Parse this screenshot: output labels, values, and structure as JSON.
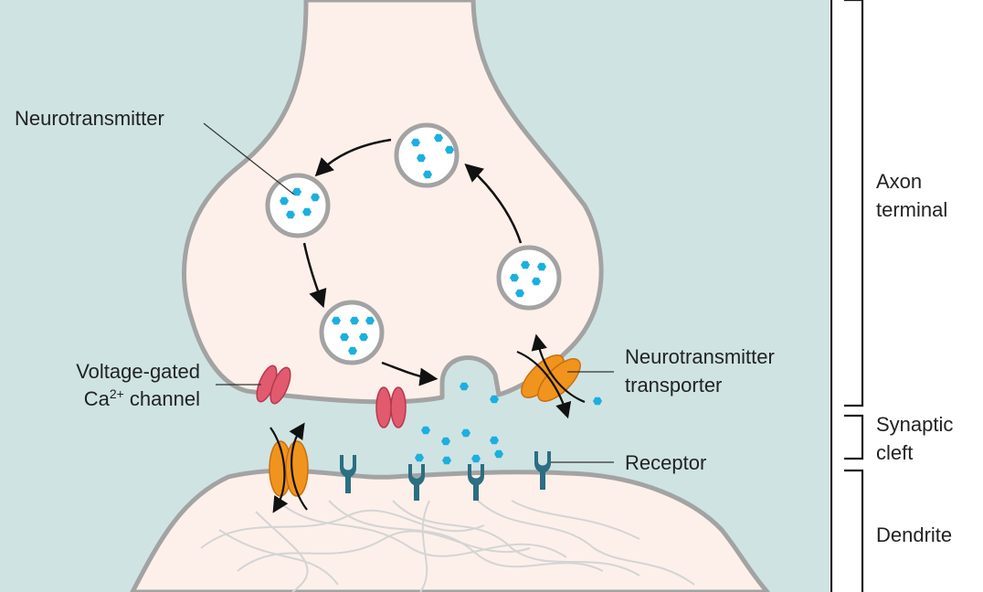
{
  "labels": {
    "neurotransmitter": "Neurotransmitter",
    "vgcc_line1": "Voltage-gated",
    "vgcc_ca": "Ca",
    "vgcc_sup": "2+",
    "vgcc_rest": " channel",
    "transporter_line1": "Neurotransmitter",
    "transporter_line2": "transporter",
    "receptor": "Receptor"
  },
  "regions": {
    "axon_line1": "Axon",
    "axon_line2": "terminal",
    "cleft_line1": "Synaptic",
    "cleft_line2": "cleft",
    "dendrite": "Dendrite"
  },
  "colors": {
    "background": "#cfe3e3",
    "cell_fill": "#fdf0ea",
    "membrane": "#a3a3a3",
    "vesicle_fill": "#ffffff",
    "neurotransmitter_dot": "#1bb0de",
    "transporter": "#f0941e",
    "ca_channel": "#e25a6e",
    "receptor": "#2c6e82",
    "arrow": "#111111",
    "filament": "#d2d2d2"
  }
}
